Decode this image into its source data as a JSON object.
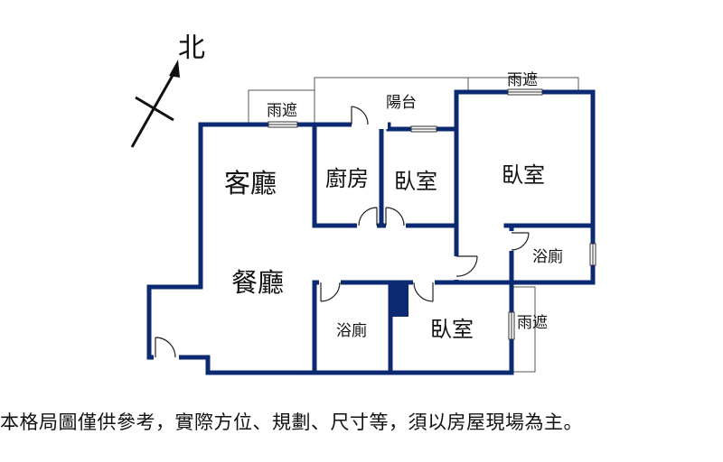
{
  "compass": {
    "label": "北"
  },
  "rooms": {
    "living_room": "客廳",
    "dining_room": "餐廳",
    "kitchen": "廚房",
    "bedroom_small": "臥室",
    "bedroom_master": "臥室",
    "bedroom_lower": "臥室",
    "bathroom_right": "浴廁",
    "bathroom_lower": "浴廁",
    "balcony": "陽台",
    "awning_top_left": "雨遮",
    "awning_top_right": "雨遮",
    "awning_right": "雨遮"
  },
  "colors": {
    "wall": "#0b2a72",
    "text": "#111111"
  },
  "disclaimer": "本格局圖僅供參考，實際方位、規劃、尺寸等，須以房屋現場為主。"
}
